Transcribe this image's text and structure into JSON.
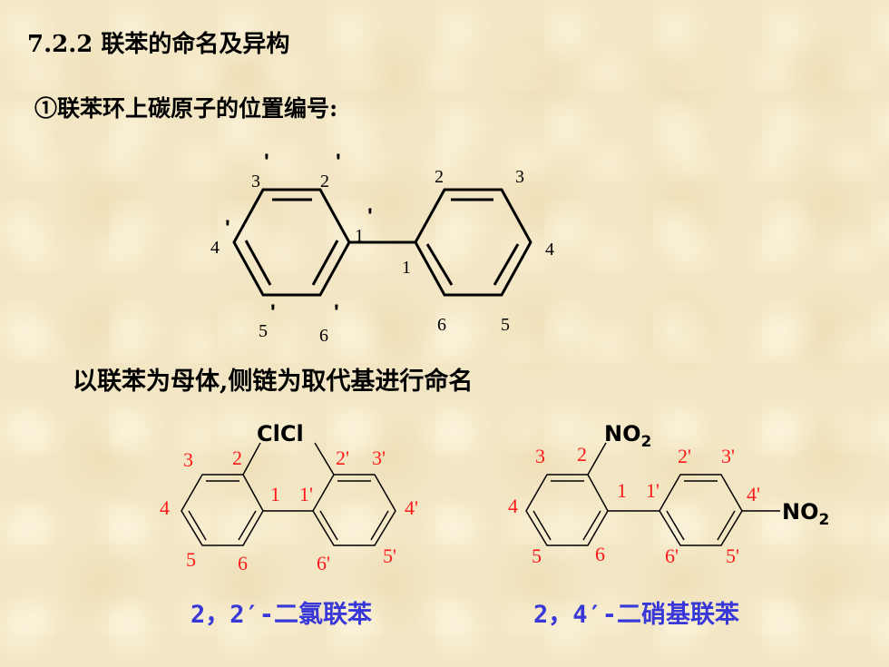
{
  "title": "7.2.2 联苯的命名及异构",
  "subtitle": "①联苯环上碳原子的位置编号:",
  "statement": "以联苯为母体,侧链为取代基进行命名",
  "top_diagram": {
    "left_ring": {
      "n1": "1",
      "n2": "2",
      "n3": "3",
      "n4": "4",
      "n5": "5",
      "n6": "6",
      "prime": "'"
    },
    "right_ring": {
      "n1": "1",
      "n2": "2",
      "n3": "3",
      "n4": "4",
      "n5": "5",
      "n6": "6"
    }
  },
  "example1": {
    "substituents": "ClCl",
    "labels": {
      "n1": "1",
      "n2": "2",
      "n3": "3",
      "n4": "4",
      "n5": "5",
      "n6": "6",
      "p1": "1'",
      "p2": "2'",
      "p3": "3'",
      "p4": "4'",
      "p5": "5'",
      "p6": "6'"
    },
    "name": "2，2′-二氯联苯"
  },
  "example2": {
    "group_main": "NO",
    "group_sub": "2",
    "labels": {
      "n1": "1",
      "n2": "2",
      "n3": "3",
      "n4": "4",
      "n5": "5",
      "n6": "6",
      "p1": "1'",
      "p2": "2'",
      "p3": "3'",
      "p4": "4'",
      "p5": "5'",
      "p6": "6'"
    },
    "name": "2，4′-二硝基联苯"
  }
}
